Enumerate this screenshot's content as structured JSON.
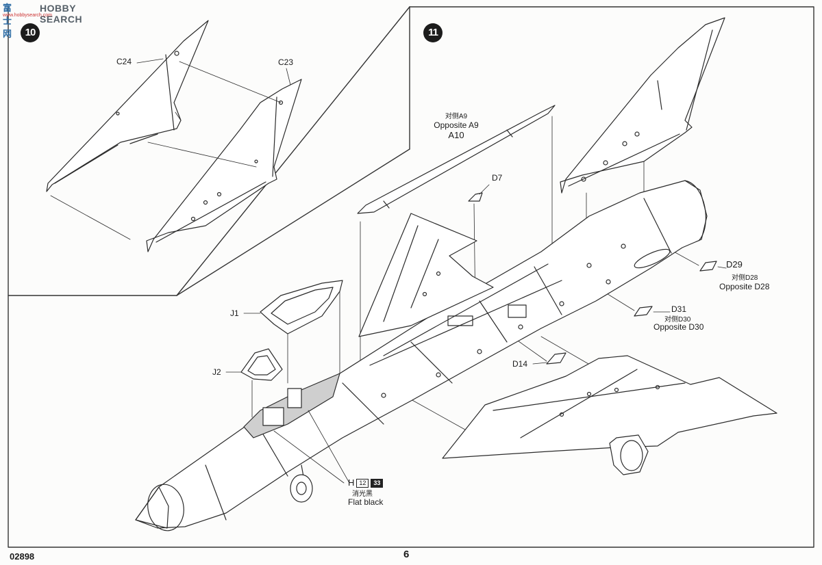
{
  "watermark": {
    "logo": "富士网",
    "title": "HOBBY SEARCH",
    "url": "www.hobbysearch.com"
  },
  "steps": {
    "s10": "10",
    "s11": "11"
  },
  "parts": {
    "c24": "C24",
    "c23": "C23",
    "a10": {
      "cn": "对侧A9",
      "opposite": "Opposite A9",
      "code": "A10"
    },
    "d7": "D7",
    "j1": "J1",
    "j2": "J2",
    "d29": {
      "code": "D29",
      "cn": "对侧D28",
      "opposite": "Opposite D28"
    },
    "d31": {
      "code": "D31",
      "cn": "对侧D30",
      "opposite": "Opposite D30"
    },
    "d14": "D14"
  },
  "paint": {
    "letter": "H",
    "code1": "12",
    "code2": "33",
    "cn": "消光黑",
    "name": "Flat black"
  },
  "footer": {
    "kit_number": "02898",
    "page_number": "6"
  }
}
